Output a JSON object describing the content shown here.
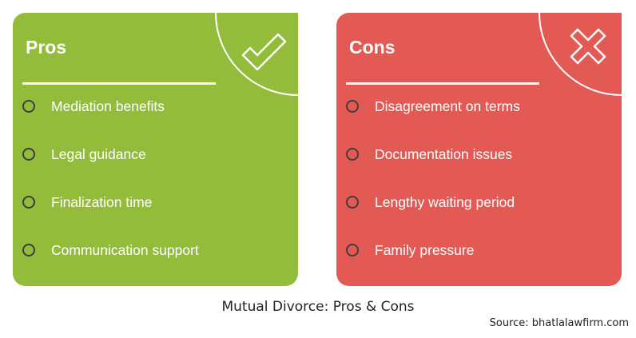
{
  "pros": {
    "title": "Pros",
    "icon": "checkmark-icon",
    "color": "#93bc3b",
    "items": [
      "Mediation benefits",
      "Legal guidance",
      "Finalization time",
      "Communication support"
    ]
  },
  "cons": {
    "title": "Cons",
    "icon": "cross-icon",
    "color": "#e35a55",
    "items": [
      "Disagreement on terms",
      "Documentation issues",
      "Lengthy waiting period",
      "Family pressure"
    ]
  },
  "caption": "Mutual Divorce: Pros & Cons",
  "source": "Source: bhatlalawfirm.com"
}
